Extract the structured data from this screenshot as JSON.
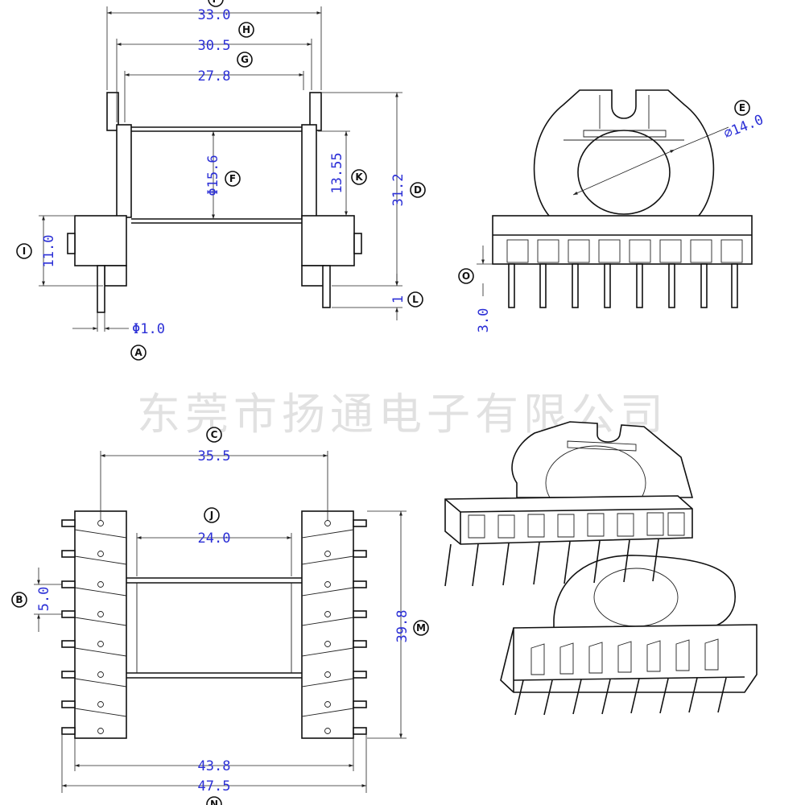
{
  "watermark": "东莞市扬通电子有限公司",
  "colors": {
    "dimension_text": "#2b2fd6",
    "line": "#111111",
    "watermark": "#c9c9c9"
  },
  "front_view": {
    "dims": {
      "overall_width": "33.0",
      "inner_width": "30.5",
      "core_width": "27.8",
      "core_dia": "Φ15.6",
      "flange_step": "13.55",
      "height": "31.2",
      "base_height": "11.0",
      "pin_dia": "Φ1.0",
      "pin_len": "1"
    },
    "tags": {
      "overall_width": "P",
      "inner_width": "H",
      "core_width": "G",
      "core_dia": "F",
      "flange_step": "K",
      "height": "D",
      "base_height": "I",
      "pin_len": "L",
      "pin_dia": "A"
    }
  },
  "side_view": {
    "dims": {
      "bore_dia": "⌀14.0",
      "pin_standoff": "3.0"
    },
    "tags": {
      "bore_dia": "E",
      "pin_standoff": "O"
    }
  },
  "bottom_view": {
    "dims": {
      "row_spacing": "35.5",
      "core_width": "24.0",
      "pin_pitch": "5.0",
      "length": "39.8",
      "base_width": "43.8",
      "overall_width": "47.5"
    },
    "tags": {
      "row_spacing": "C",
      "core_width": "J",
      "pin_pitch": "B",
      "length": "M",
      "overall_width": "N"
    }
  }
}
